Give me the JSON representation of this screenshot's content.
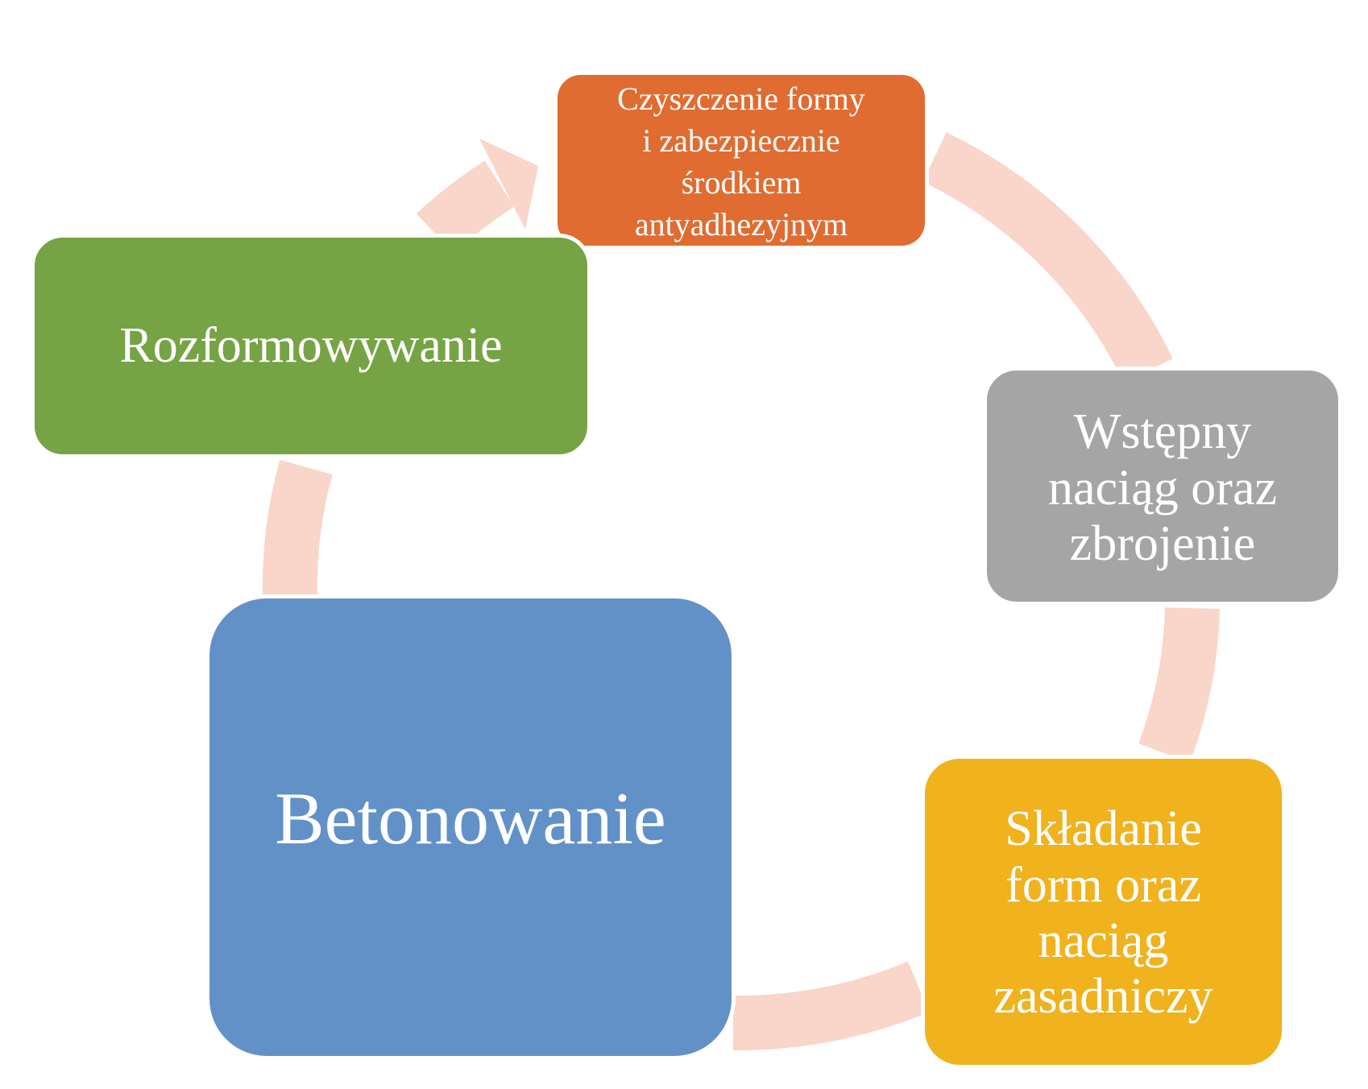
{
  "diagram": {
    "type": "cycle",
    "colors": {
      "ring": "#f9d5ca",
      "step_1": "#e06c31",
      "step_2": "#a5a5a5",
      "step_3": "#f0b21d",
      "step_4": "#6291c8",
      "step_5": "#76a344",
      "text": "#ffffff"
    },
    "steps": [
      {
        "lines": [
          "Czyszczenie formy",
          "i zabezpiecznie",
          "środkiem",
          "antyadhezyjnym"
        ]
      },
      {
        "lines": [
          "Wstępny",
          "naciąg oraz",
          "zbrojenie"
        ]
      },
      {
        "lines": [
          "Składanie",
          "form oraz",
          "naciąg",
          "zasadniczy"
        ]
      },
      {
        "lines": [
          "Betonowanie"
        ]
      },
      {
        "lines": [
          "Rozformowywanie"
        ]
      }
    ]
  }
}
